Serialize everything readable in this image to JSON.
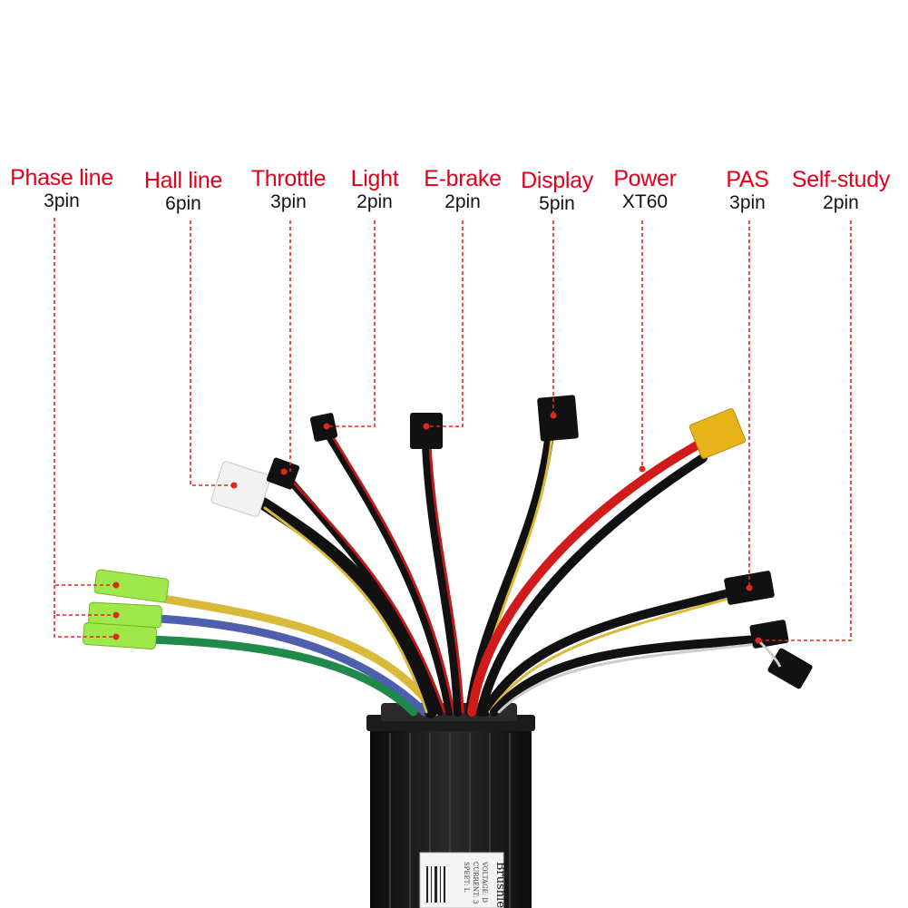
{
  "connectors": [
    {
      "id": "phase-line",
      "name": "Phase line",
      "pins": "3pin"
    },
    {
      "id": "hall-line",
      "name": "Hall line",
      "pins": "6pin"
    },
    {
      "id": "throttle",
      "name": "Throttle",
      "pins": "3pin"
    },
    {
      "id": "light",
      "name": "Light",
      "pins": "2pin"
    },
    {
      "id": "e-brake",
      "name": "E-brake",
      "pins": "2pin"
    },
    {
      "id": "display",
      "name": "Display",
      "pins": "5pin"
    },
    {
      "id": "power",
      "name": "Power",
      "pins": "XT60"
    },
    {
      "id": "pas",
      "name": "PAS",
      "pins": "3pin"
    },
    {
      "id": "self-study",
      "name": "Self-study",
      "pins": "2pin"
    }
  ],
  "controller": {
    "sticker_title": "Brushle",
    "sticker_lines": [
      "VOLTAGE: D",
      "CURRENT: 3",
      "SPEET: L"
    ]
  },
  "colors": {
    "label_red": "#e3001b",
    "leader_line": "#e0281e",
    "housing": "#1a1a1a",
    "phase_yellow": "#d9b93a",
    "phase_blue": "#4f5fb0",
    "phase_green": "#1f8a4a",
    "sleeve_green": "#9ee84a",
    "xt60_yellow": "#e7b319"
  }
}
